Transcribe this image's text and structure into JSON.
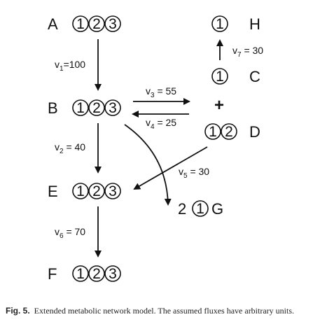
{
  "nodes": {
    "A": {
      "name": "A",
      "atoms": [
        "1",
        "2",
        "3"
      ]
    },
    "B": {
      "name": "B",
      "atoms": [
        "1",
        "2",
        "3"
      ]
    },
    "E": {
      "name": "E",
      "atoms": [
        "1",
        "2",
        "3"
      ]
    },
    "F": {
      "name": "F",
      "atoms": [
        "1",
        "2",
        "3"
      ]
    },
    "H": {
      "name": "H",
      "atoms": [
        "1"
      ]
    },
    "C": {
      "name": "C",
      "atoms": [
        "1"
      ]
    },
    "D": {
      "name": "D",
      "atoms": [
        "1",
        "2"
      ]
    },
    "G": {
      "name": "G",
      "coefficient": "2",
      "atoms": [
        "1"
      ]
    }
  },
  "plus_sign": "+",
  "fluxes": {
    "v1": {
      "name": "v",
      "sub": "1",
      "value": "=100"
    },
    "v2": {
      "name": "v",
      "sub": "2",
      "value": " = 40"
    },
    "v3": {
      "name": "v",
      "sub": "3",
      "value": " = 55"
    },
    "v4": {
      "name": "v",
      "sub": "4",
      "value": " = 25"
    },
    "v5": {
      "name": "v",
      "sub": "5",
      "value": " = 30"
    },
    "v6": {
      "name": "v",
      "sub": "6",
      "value": " = 70"
    },
    "v7": {
      "name": "v",
      "sub": "7",
      "value": " = 30"
    }
  },
  "caption": {
    "label": "Fig. 5.",
    "text": "Extended metabolic network model. The assumed fluxes have arbitrary units."
  }
}
